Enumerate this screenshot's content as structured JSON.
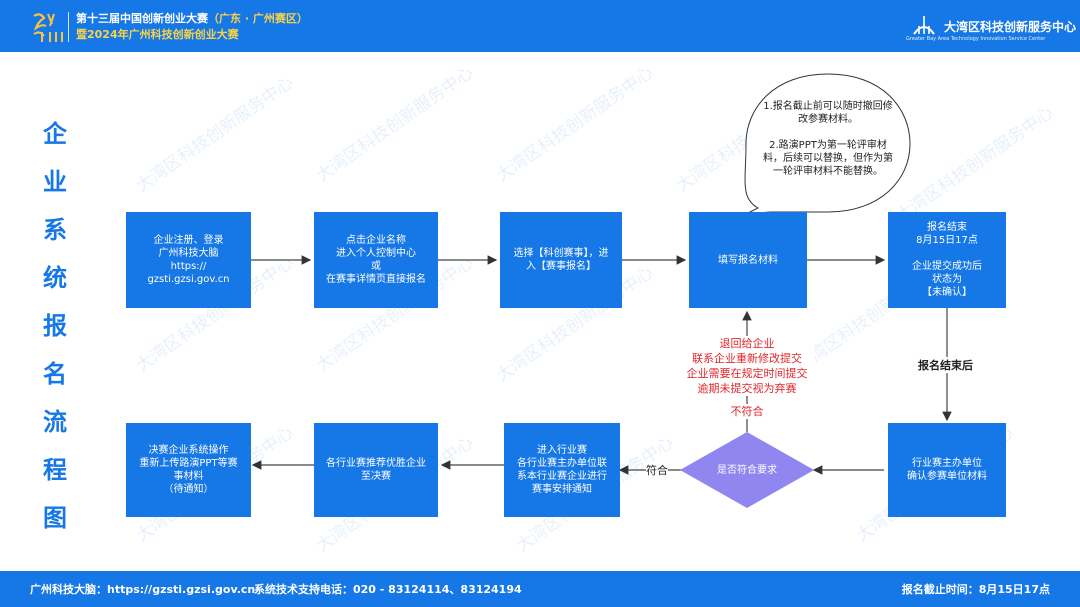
{
  "header": {
    "logo_left": "创新广州",
    "title_line1_a": "第十三届中国创新创业大赛",
    "title_line1_b": "（广东 · 广州赛区）",
    "title_line2": "暨2024年广州科技创新创业大赛",
    "logo_right_name": "大湾区科技创新服务中心",
    "logo_right_en": "Greater Bay Area Technology Innovation Service Center"
  },
  "side_title": [
    "企",
    "业",
    "系",
    "统",
    "报",
    "名",
    "流",
    "程",
    "图"
  ],
  "boxes": {
    "register": "企业注册、登录\n广州科技大脑\nhttps://\ngzsti.gzsi.gov.cn",
    "enter_center": "点击企业名称\n进入个人控制中心\n或\n在赛事详情页直接报名",
    "select_event": "选择【科创赛事】，进\n入【赛事报名】",
    "fill_material": "填写报名材料",
    "reg_end": "报名结束\n8月15日17点\n\n企业提交成功后\n状态为\n【未确认】",
    "industry_confirm": "行业赛主办单位\n确认参赛单位材料",
    "decision": "是否符合要求",
    "enter_industry": "进入行业赛\n各行业赛主办单位联\n系本行业赛企业进行\n赛事安排通知",
    "recommend": "各行业赛推荐优胜企业\n至决赛",
    "final": "决赛企业系统操作\n重新上传路演PPT等赛\n事材料\n（待通知）"
  },
  "bubble": "1.报名截止前可以随时撤回修\n改参赛材料。\n\n2.路演PPT为第一轮评审材\n料，后续可以替换，但作为第\n一轮评审材料不能替换。",
  "labels": {
    "return_text": "退回给企业\n联系企业重新修改提交\n企业需要在规定时间提交\n逾期未提交视为弃赛",
    "not_ok": "不符合",
    "ok": "符合",
    "after_end": "报名结束后"
  },
  "watermark": "大湾区科技创新服务中心",
  "footer": {
    "left": "广州科技大脑：https://gzsti.gzsi.gov.cn",
    "middle": "系统技术支持电话：020 - 83124114、83124194",
    "right": "报名截止时间：8月15日17点"
  },
  "colors": {
    "primary": "#1677e6",
    "decision": "#8f86f0",
    "red": "#e0262b",
    "gold": "#f6d34a"
  }
}
